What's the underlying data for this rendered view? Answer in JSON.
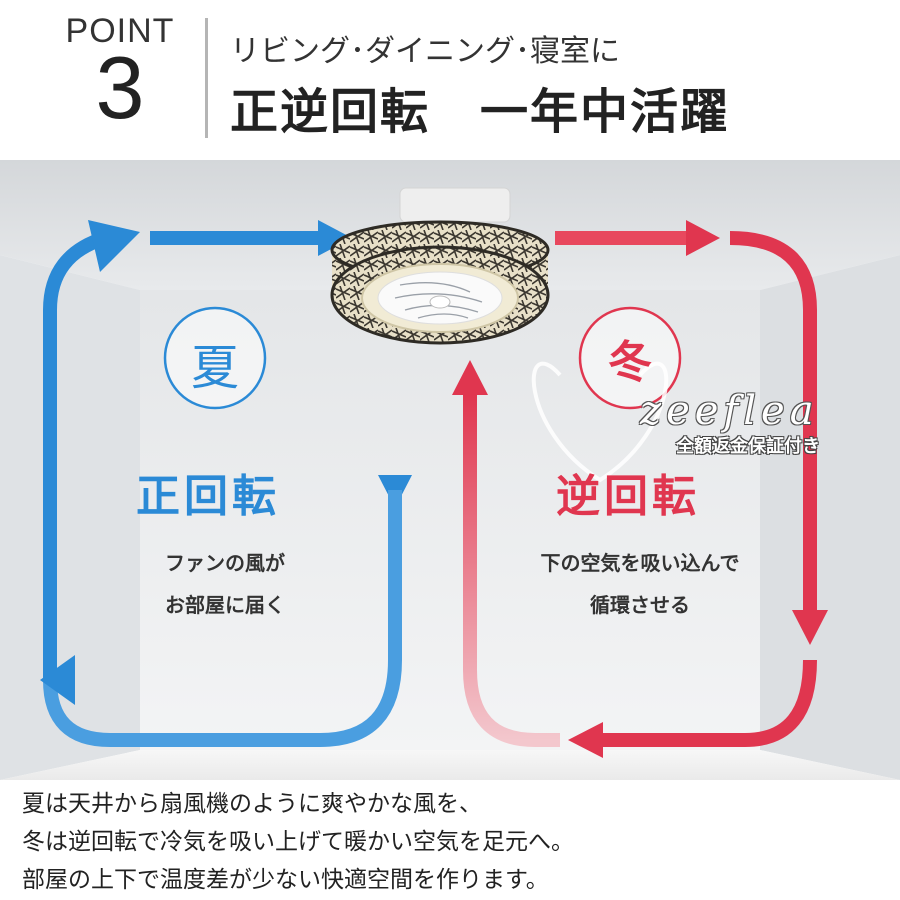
{
  "header": {
    "point_label": "POINT",
    "point_number": "3",
    "subtitle": "リビング･ダイニング･寝室に",
    "main_title": "正逆回転　一年中活躍"
  },
  "summer": {
    "circle_char": "夏",
    "title": "正回転",
    "desc_line1": "ファンの風が",
    "desc_line2": "お部屋に届く",
    "color": "#2b8ad6"
  },
  "winter": {
    "circle_char": "冬",
    "title": "逆回転",
    "desc_line1": "下の空気を吸い込んで",
    "desc_line2": "循環させる",
    "color": "#e0364f"
  },
  "brand": {
    "name": "zeeflea",
    "tagline": "全額返金保証付き"
  },
  "description": {
    "line1": "夏は天井から扇風機のように爽やかな風を、",
    "line2": "冬は逆回転で冷気を吸い上げて暖かい空気を足元へ。",
    "line3": "部屋の上下で温度差が少ない快適空間を作ります。"
  }
}
